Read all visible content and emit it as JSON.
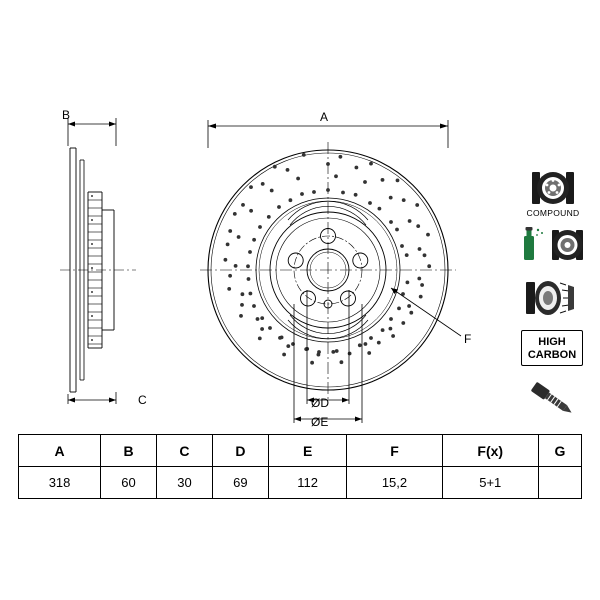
{
  "diagram": {
    "title": "Brake disc technical drawing",
    "dimension_labels": {
      "a": "A",
      "b": "B",
      "c": "C",
      "f": "F",
      "dia_d": "ØD",
      "dia_e": "ØE"
    }
  },
  "icons": {
    "compound_caption": "COMPOUND",
    "high_carbon_line1": "HIGH",
    "high_carbon_line2": "CARBON",
    "items": [
      {
        "name": "compound-disc-icon",
        "label": "COMPOUND"
      },
      {
        "name": "coated-disc-icon",
        "label": ""
      },
      {
        "name": "disc-hub-icon",
        "label": ""
      },
      {
        "name": "high-carbon-icon",
        "label": "HIGH CARBON"
      },
      {
        "name": "bolt-icon",
        "label": ""
      }
    ]
  },
  "table": {
    "headers": [
      "A",
      "B",
      "C",
      "D",
      "E",
      "F",
      "F(x)",
      "G"
    ],
    "rows": [
      [
        "318",
        "60",
        "30",
        "69",
        "112",
        "15,2",
        "5+1",
        ""
      ]
    ]
  }
}
